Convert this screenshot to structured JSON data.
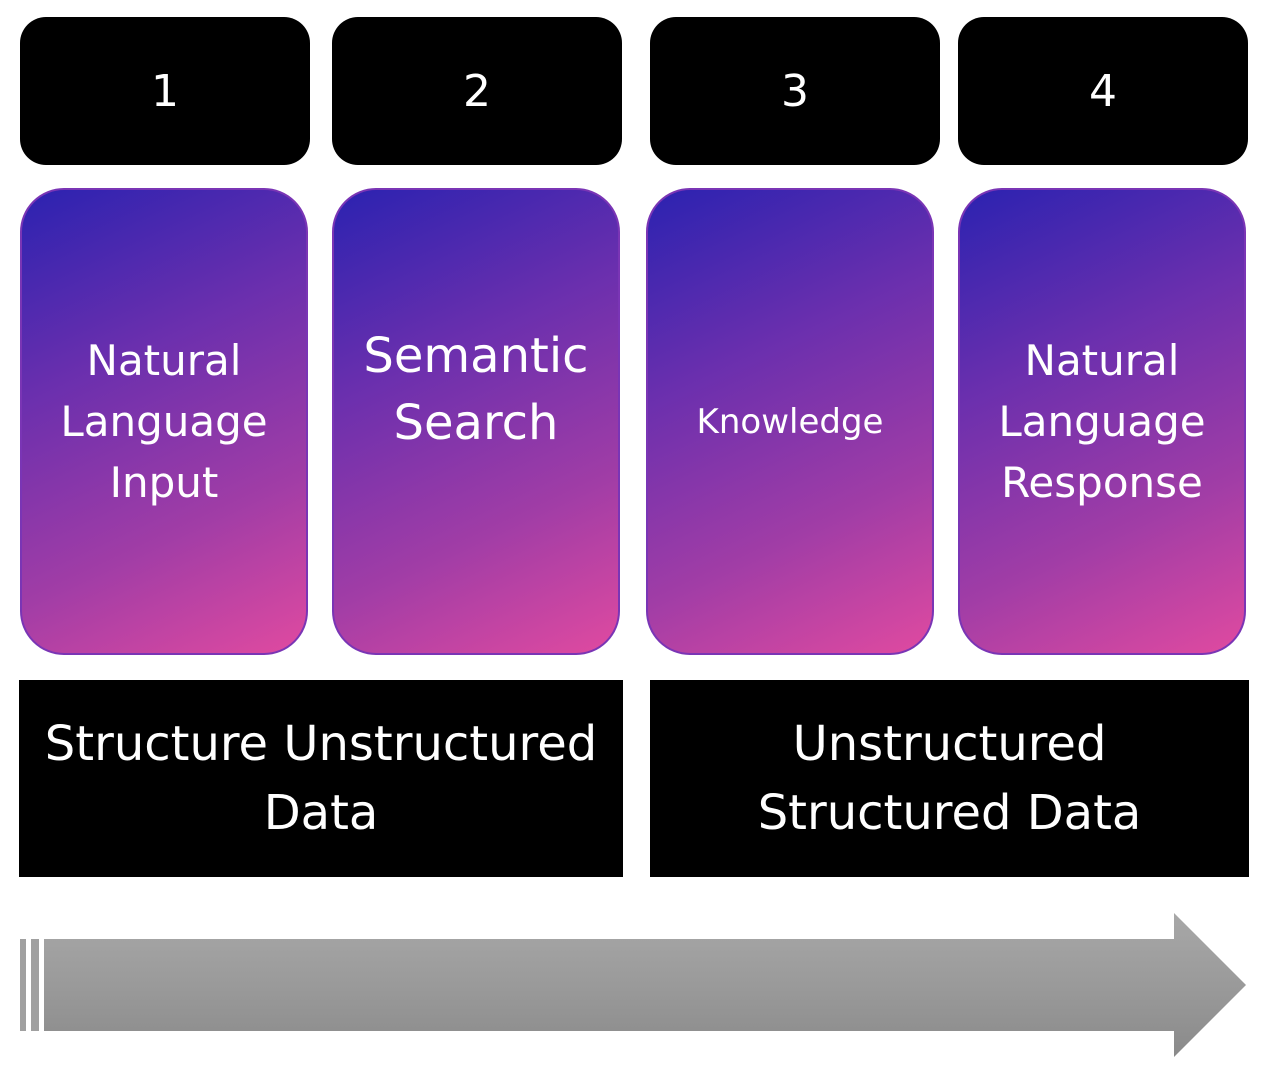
{
  "steps": [
    {
      "number": "1",
      "label": "Natural Language Input"
    },
    {
      "number": "2",
      "label": "Semantic Search"
    },
    {
      "number": "3",
      "label": "Knowledge"
    },
    {
      "number": "4",
      "label": "Natural Language Response"
    }
  ],
  "phases": [
    {
      "label": "Structure Unstructured Data"
    },
    {
      "label": "Unstructured Structured Data"
    }
  ],
  "colors": {
    "gradient_start": "#2b22b0",
    "gradient_end": "#e04aa0",
    "box": "#000000",
    "arrow": "#9a9a9a"
  }
}
